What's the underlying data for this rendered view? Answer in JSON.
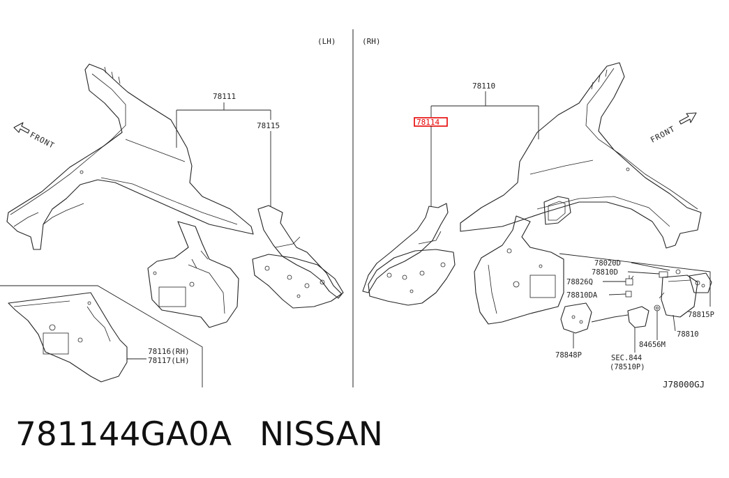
{
  "side_labels": {
    "lh": "(LH)",
    "rh": "(RH)"
  },
  "front_label": "FRONT",
  "parts": {
    "p78111": "78111",
    "p78115": "78115",
    "p78110": "78110",
    "p78114": "78114",
    "p78116": "78116(RH)",
    "p78117": "78117(LH)",
    "p78020D": "78020D",
    "p78810D": "78810D",
    "p78826Q": "78826Q",
    "p78810DA": "78810DA",
    "p78815P": "78815P",
    "p78810": "78810",
    "p84656M": "84656M",
    "p78848P": "78848P",
    "sec844": "SEC.844",
    "p78510P": "(78510P)"
  },
  "diagram_code": "J78000GJ",
  "highlight_color": "#e60000",
  "caption": {
    "part_number": "781144GA0A",
    "brand": "NISSAN"
  }
}
